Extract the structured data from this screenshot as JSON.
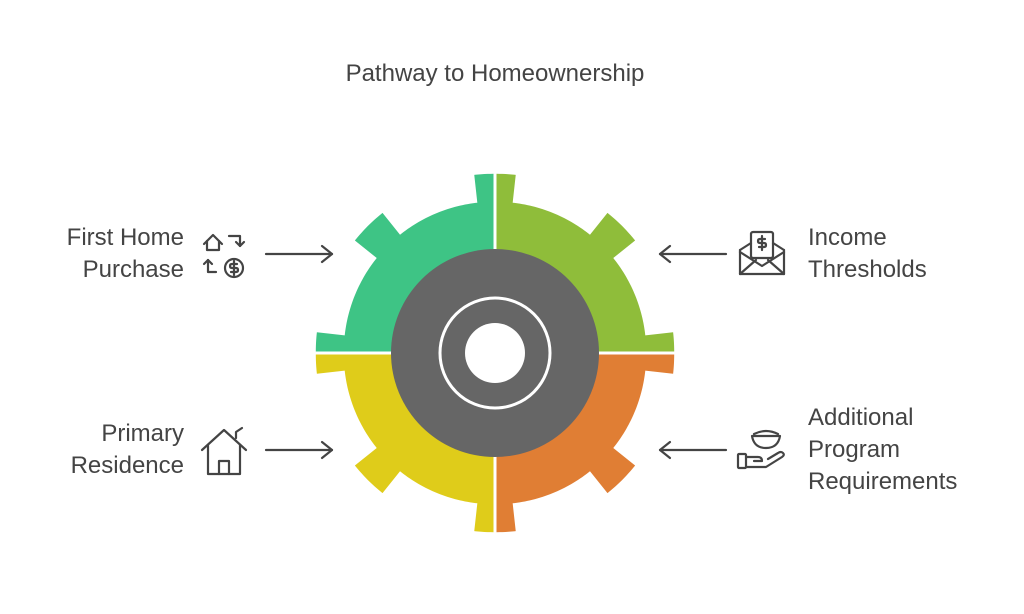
{
  "diagram": {
    "title": "Pathway to Homeownership",
    "center_color": "#666666",
    "segments": [
      {
        "id": "first-home-purchase",
        "lines": [
          "First Home",
          "Purchase"
        ],
        "icon": "home-exchange-dollar-icon",
        "color": "#3ec485",
        "side": "left",
        "arrow_direction": "right"
      },
      {
        "id": "income-thresholds",
        "lines": [
          "Income",
          "Thresholds"
        ],
        "icon": "envelope-dollar-icon",
        "color": "#8fbd3a",
        "side": "right",
        "arrow_direction": "left"
      },
      {
        "id": "primary-residence",
        "lines": [
          "Primary",
          "Residence"
        ],
        "icon": "house-icon",
        "color": "#dfcc1a",
        "side": "left",
        "arrow_direction": "right"
      },
      {
        "id": "additional-program-requirements",
        "lines": [
          "Additional",
          "Program",
          "Requirements"
        ],
        "icon": "hand-bowl-icon",
        "color": "#e07e34",
        "side": "right",
        "arrow_direction": "left"
      }
    ]
  }
}
